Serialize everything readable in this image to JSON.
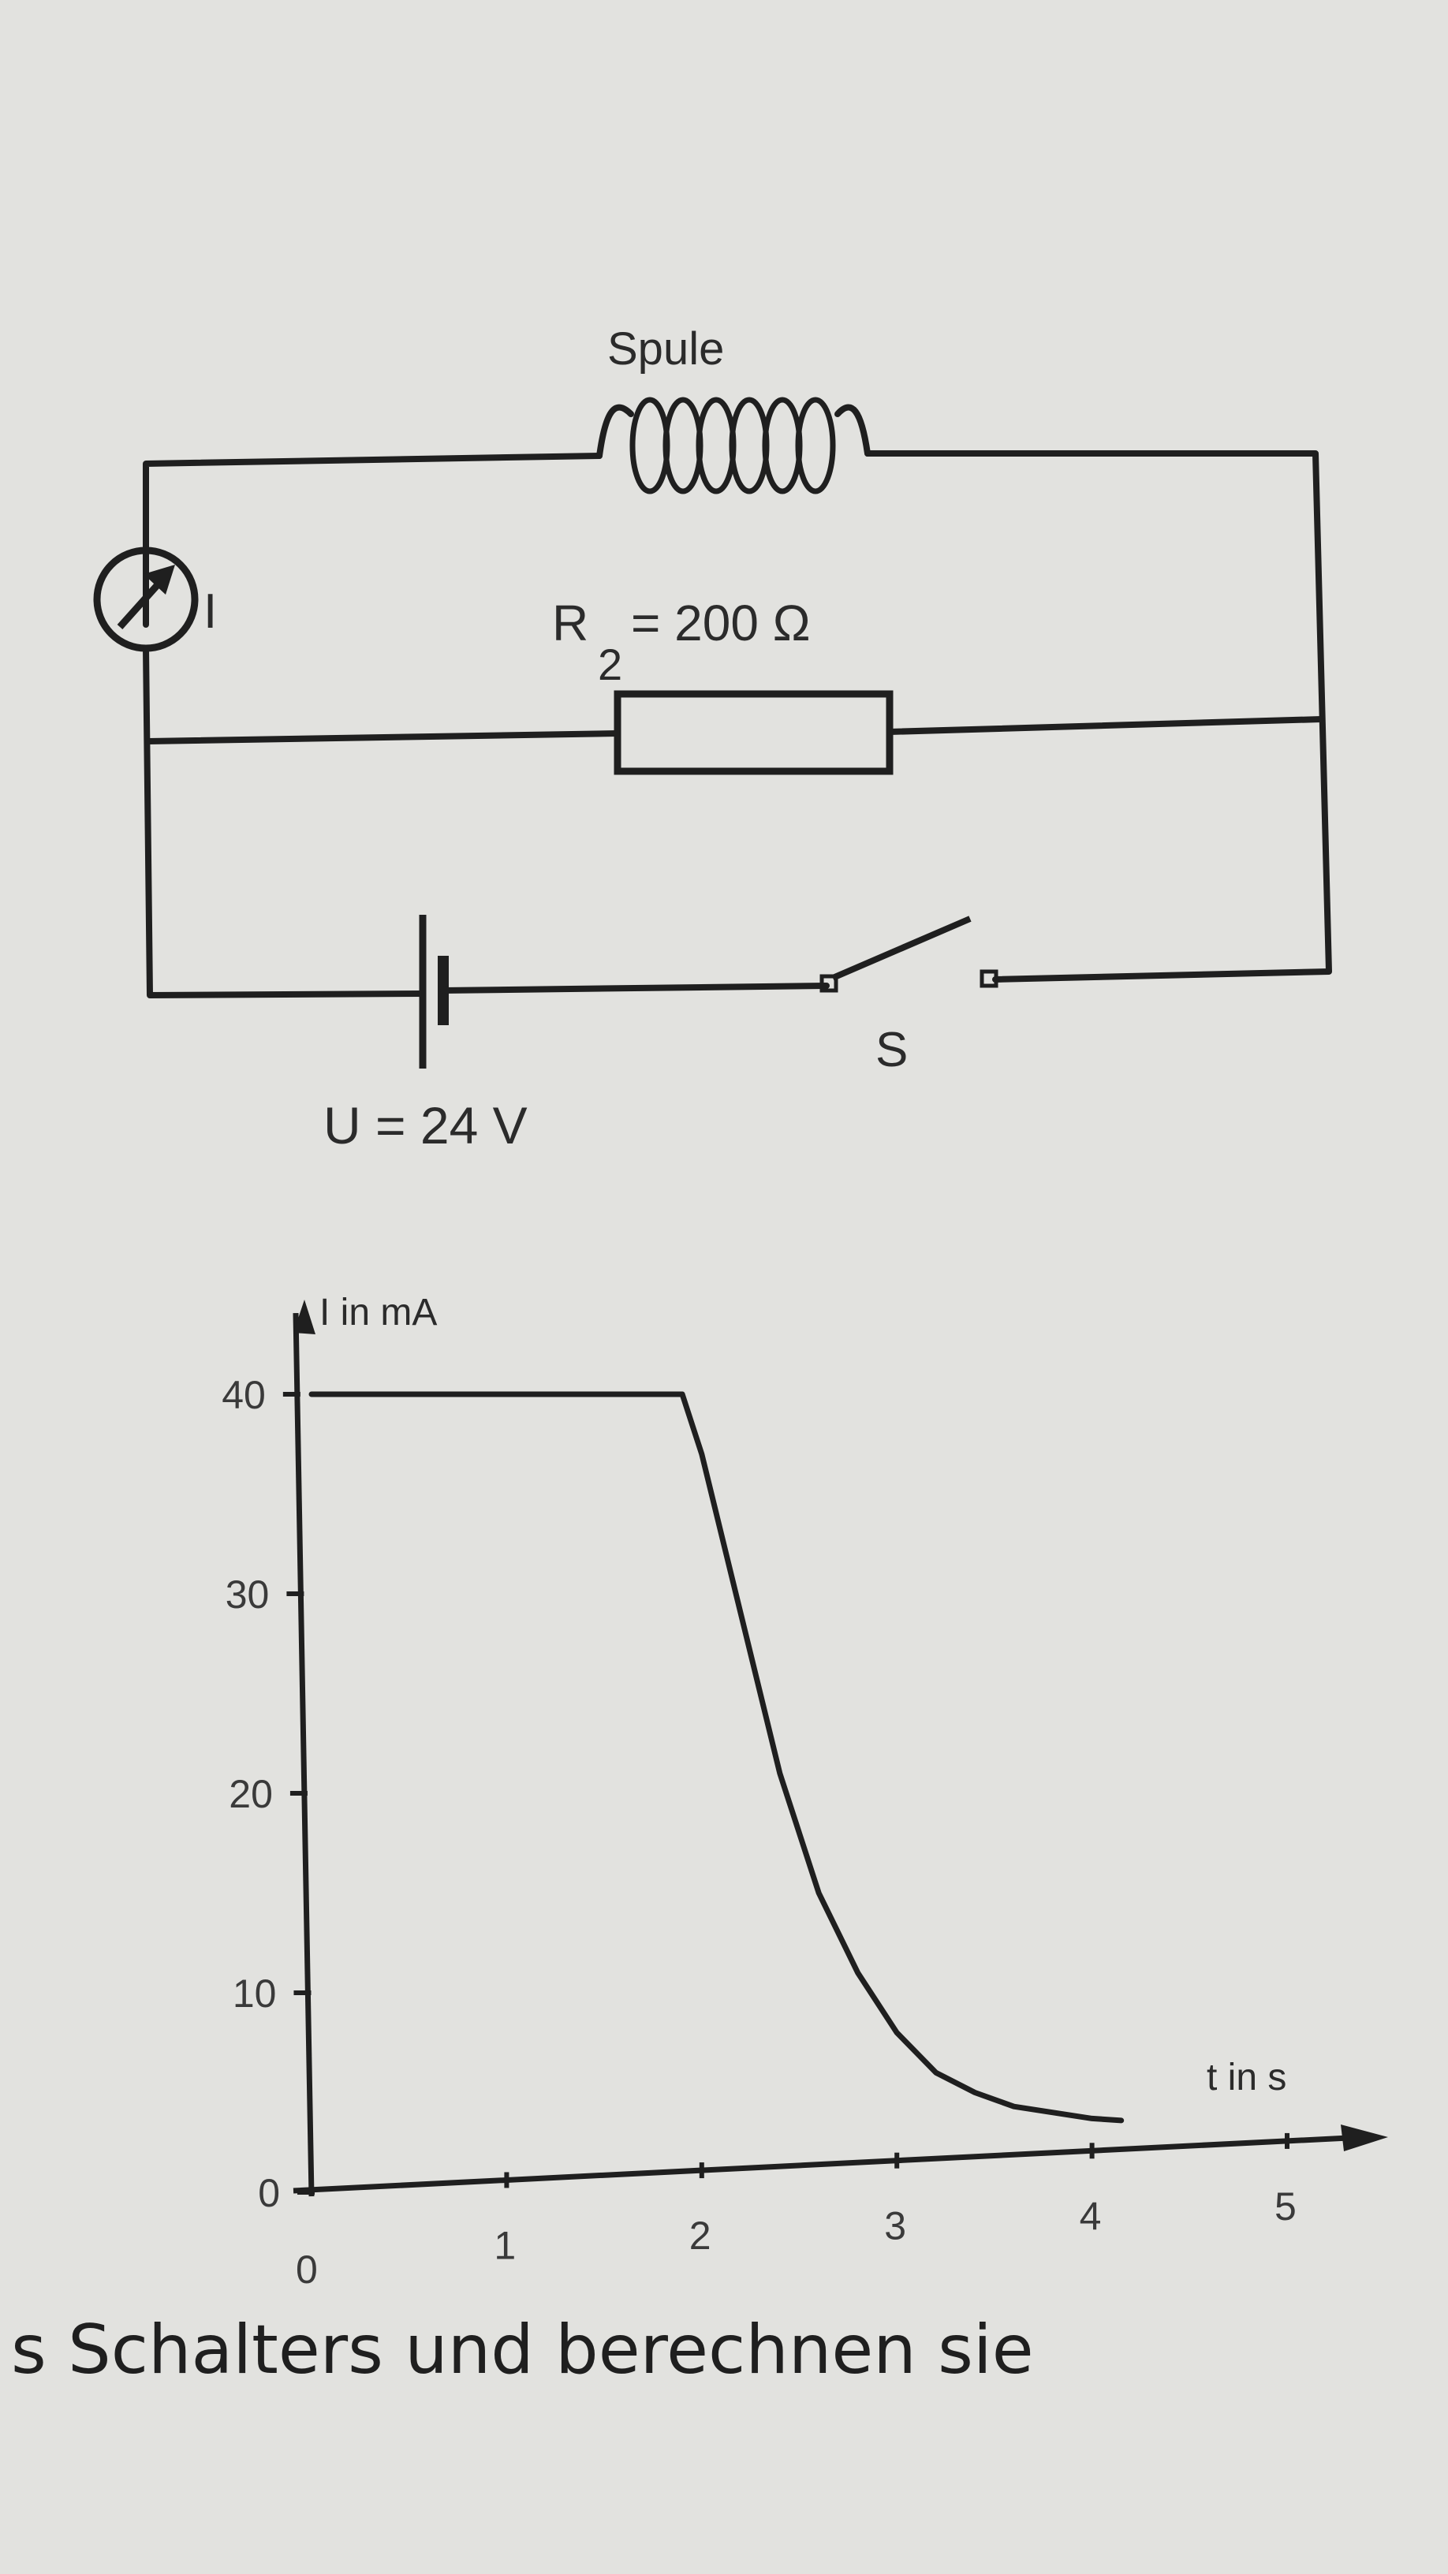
{
  "circuit": {
    "coil_label": "Spule",
    "meter_label": "I",
    "resistor_label": "R",
    "resistor_subscript": "2",
    "resistor_value": "= 200 Ω",
    "switch_label": "S",
    "voltage_label": "U = 24 V"
  },
  "chart_data": {
    "type": "line",
    "title": "",
    "xlabel": "t in s",
    "ylabel": "I in mA",
    "xlim": [
      0,
      5.3
    ],
    "ylim": [
      0,
      42
    ],
    "x_ticks": [
      "0",
      "1",
      "2",
      "3",
      "4",
      "5"
    ],
    "y_ticks": [
      "0",
      "10",
      "20",
      "30",
      "40"
    ],
    "series": [
      {
        "x": [
          0,
          0.5,
          1.0,
          1.5,
          1.9,
          2.0,
          2.2,
          2.4,
          2.6,
          2.8,
          3.0,
          3.2,
          3.4,
          3.6,
          3.8,
          4.0,
          4.15
        ],
        "y": [
          40,
          40,
          40,
          40,
          40,
          37,
          29,
          21,
          15,
          11,
          8,
          6,
          5,
          4.3,
          4,
          3.7,
          3.6
        ]
      }
    ]
  },
  "footer_text": "s Schalters und berechnen sie"
}
